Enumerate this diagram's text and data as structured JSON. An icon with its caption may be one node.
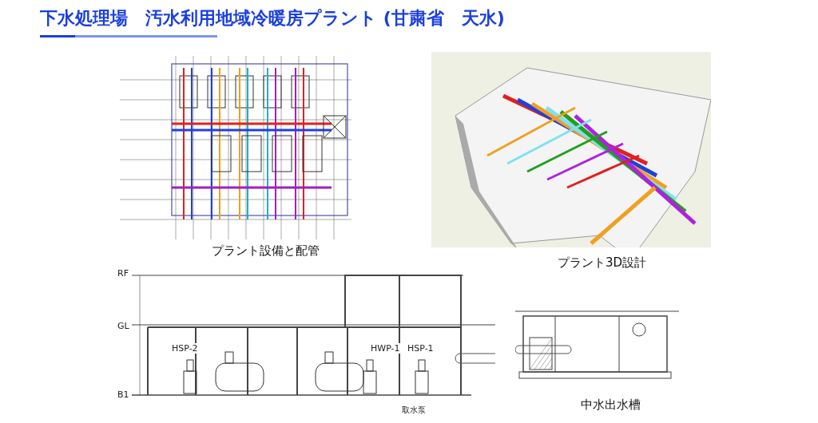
{
  "diagram": {
    "title": "下水処理場　汚水利用地域冷暖房プラント (甘粛省　天水)",
    "nodes": [
      {
        "text": [],
        "shape": "picture",
        "beside": [
          "プラント設備と配管"
        ]
      },
      {
        "text": [],
        "shape": "picture",
        "beside": [
          "プラント3D設計"
        ]
      },
      {
        "text": [],
        "shape": "picture"
      },
      {
        "text": [],
        "shape": "picture",
        "beside": [
          "中水出水槽"
        ]
      }
    ],
    "labels": [
      "RF",
      "GL",
      "B1",
      "HSP-2",
      "HWP-1",
      "HSP-1",
      "取水泵"
    ]
  }
}
